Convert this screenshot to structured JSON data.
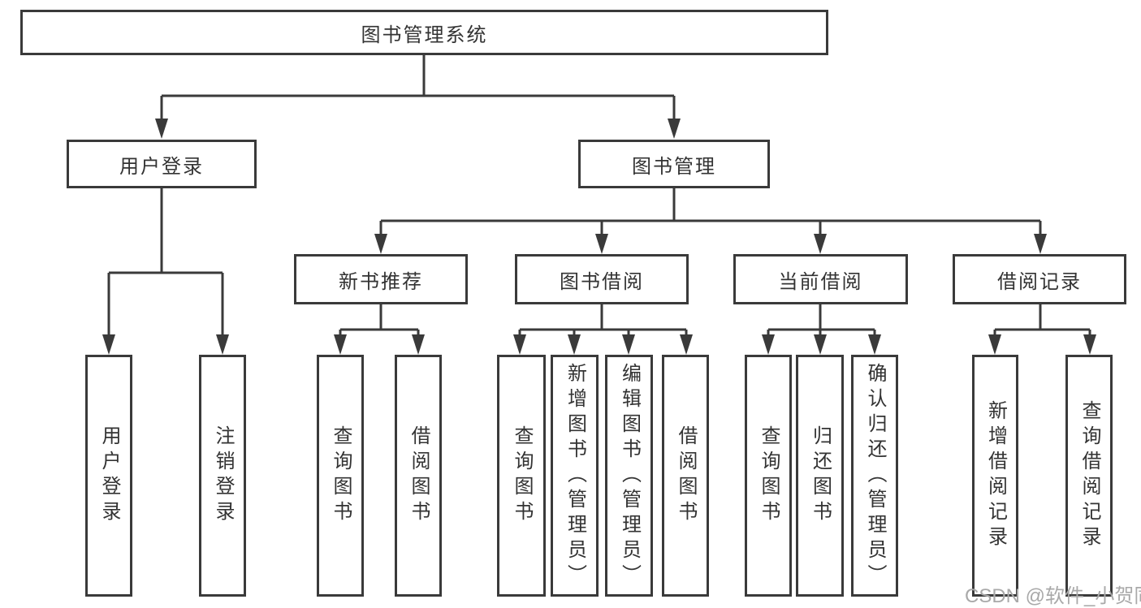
{
  "diagram": {
    "tree": {
      "label": "图书管理系统",
      "children": [
        {
          "label": "用户登录",
          "children": [
            {
              "label": "用户登录"
            },
            {
              "label": "注销登录"
            }
          ]
        },
        {
          "label": "图书管理",
          "children": [
            {
              "label": "新书推荐",
              "children": [
                {
                  "label": "查询图书"
                },
                {
                  "label": "借阅图书"
                }
              ]
            },
            {
              "label": "图书借阅",
              "children": [
                {
                  "label": "查询图书"
                },
                {
                  "label": "新增图书（管理员）"
                },
                {
                  "label": "编辑图书（管理员）"
                },
                {
                  "label": "借阅图书"
                }
              ]
            },
            {
              "label": "当前借阅",
              "children": [
                {
                  "label": "查询图书"
                },
                {
                  "label": "归还图书"
                },
                {
                  "label": "确认归还（管理员）"
                }
              ]
            },
            {
              "label": "借阅记录",
              "children": [
                {
                  "label": "新增借阅记录"
                },
                {
                  "label": "查询借阅记录"
                }
              ]
            }
          ]
        }
      ]
    },
    "watermark": "CSDN @软件_小贺同学",
    "colors": {
      "line": "#3a3a3a",
      "text": "#333333",
      "watermark": "#a9a9a9",
      "background": "#ffffff"
    }
  }
}
